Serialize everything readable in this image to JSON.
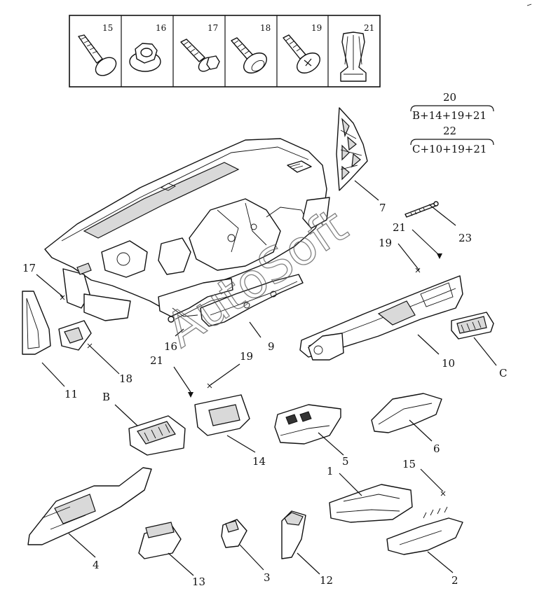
{
  "kit": {
    "cells": [
      {
        "num": "15",
        "icon": "tapping-screw-icon"
      },
      {
        "num": "16",
        "icon": "hex-flange-nut-icon"
      },
      {
        "num": "17",
        "icon": "hex-flange-bolt-icon"
      },
      {
        "num": "18",
        "icon": "pan-head-screw-icon"
      },
      {
        "num": "19",
        "icon": "phillips-screw-icon"
      },
      {
        "num": "21",
        "icon": "spring-clip-icon"
      }
    ]
  },
  "assemblies": [
    {
      "num": "20",
      "formula": "B+14+19+21"
    },
    {
      "num": "22",
      "formula": "C+10+19+21"
    }
  ],
  "callouts": [
    {
      "id": "7",
      "text": "7"
    },
    {
      "id": "23",
      "text": "23"
    },
    {
      "id": "21a",
      "text": "21"
    },
    {
      "id": "19a",
      "text": "19"
    },
    {
      "id": "17",
      "text": "17"
    },
    {
      "id": "16",
      "text": "16"
    },
    {
      "id": "9",
      "text": "9"
    },
    {
      "id": "10",
      "text": "10"
    },
    {
      "id": "C",
      "text": "C"
    },
    {
      "id": "11",
      "text": "11"
    },
    {
      "id": "18",
      "text": "18"
    },
    {
      "id": "21b",
      "text": "21"
    },
    {
      "id": "19b",
      "text": "19"
    },
    {
      "id": "B",
      "text": "B"
    },
    {
      "id": "14",
      "text": "14"
    },
    {
      "id": "5",
      "text": "5"
    },
    {
      "id": "6",
      "text": "6"
    },
    {
      "id": "1",
      "text": "1"
    },
    {
      "id": "15",
      "text": "15"
    },
    {
      "id": "4",
      "text": "4"
    },
    {
      "id": "13",
      "text": "13"
    },
    {
      "id": "3",
      "text": "3"
    },
    {
      "id": "12",
      "text": "12"
    },
    {
      "id": "2",
      "text": "2"
    }
  ],
  "watermark": "AutoSoft"
}
